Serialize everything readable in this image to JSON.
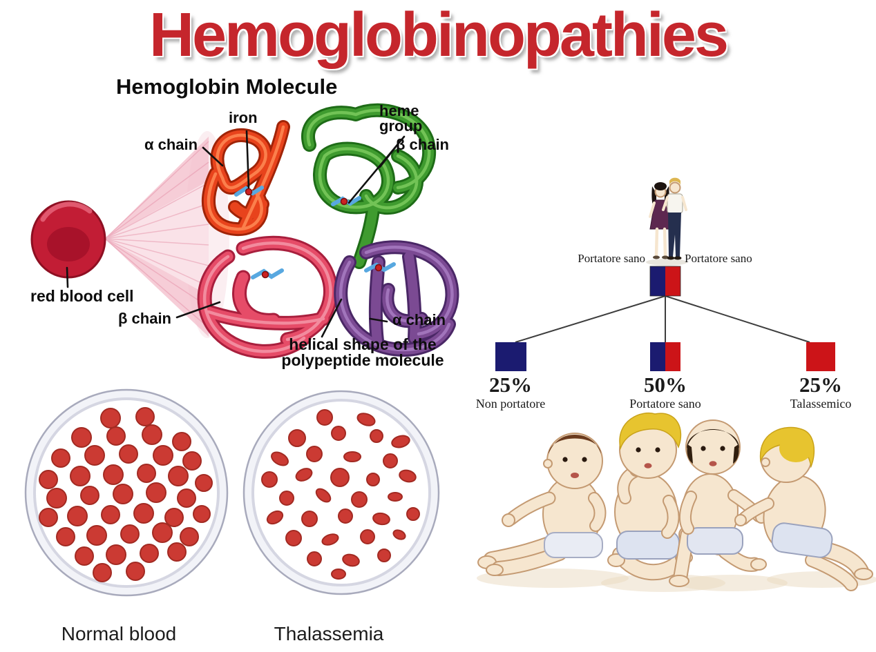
{
  "slide": {
    "title": "Hemoglobinopathies"
  },
  "colors": {
    "title_red": "#c5262c",
    "carrier_navy": "#1b1b70",
    "affected_red": "#cc1418",
    "cell_red": "#cb3a33",
    "cell_edge": "#a22a22"
  },
  "molecule": {
    "heading": "Hemoglobin Molecule",
    "labels": {
      "iron": "iron",
      "heme_line1": "heme",
      "heme_line2": "group",
      "alpha_top": "α chain",
      "beta_top": "β chain",
      "red_blood_cell": "red blood cell",
      "beta_bottom": "β chain",
      "alpha_bottom": "α chain",
      "helical_line1": "helical shape of the",
      "helical_line2": "polypeptide molecule"
    }
  },
  "blood": {
    "normal": {
      "label": "Normal blood",
      "cells": [
        [
          160,
          606,
          14
        ],
        [
          210,
          604,
          13
        ],
        [
          118,
          634,
          14
        ],
        [
          168,
          632,
          13
        ],
        [
          220,
          630,
          14
        ],
        [
          263,
          640,
          13
        ],
        [
          88,
          664,
          13
        ],
        [
          137,
          660,
          14
        ],
        [
          186,
          658,
          13
        ],
        [
          236,
          660,
          14
        ],
        [
          278,
          668,
          13
        ],
        [
          70,
          695,
          13
        ],
        [
          116,
          690,
          14
        ],
        [
          164,
          688,
          14
        ],
        [
          212,
          686,
          13
        ],
        [
          258,
          690,
          14
        ],
        [
          295,
          700,
          12
        ],
        [
          82,
          722,
          14
        ],
        [
          130,
          718,
          13
        ],
        [
          178,
          716,
          14
        ],
        [
          226,
          714,
          14
        ],
        [
          270,
          722,
          13
        ],
        [
          70,
          750,
          13
        ],
        [
          112,
          748,
          14
        ],
        [
          160,
          746,
          13
        ],
        [
          208,
          744,
          14
        ],
        [
          252,
          750,
          13
        ],
        [
          292,
          745,
          12
        ],
        [
          95,
          778,
          13
        ],
        [
          140,
          776,
          14
        ],
        [
          188,
          774,
          13
        ],
        [
          235,
          772,
          14
        ],
        [
          274,
          778,
          13
        ],
        [
          122,
          806,
          13
        ],
        [
          168,
          804,
          14
        ],
        [
          216,
          802,
          13
        ],
        [
          256,
          800,
          13
        ],
        [
          148,
          830,
          13
        ],
        [
          196,
          828,
          13
        ]
      ]
    },
    "thalassemia": {
      "label": "Thalassemia",
      "cells": [
        [
          470,
          605,
          11,
          11,
          0
        ],
        [
          530,
          608,
          13,
          8,
          20
        ],
        [
          430,
          635,
          12,
          12,
          0
        ],
        [
          490,
          628,
          10,
          10,
          0
        ],
        [
          545,
          632,
          9,
          9,
          0
        ],
        [
          580,
          640,
          13,
          8,
          -15
        ],
        [
          405,
          665,
          13,
          8,
          30
        ],
        [
          455,
          658,
          11,
          11,
          0
        ],
        [
          510,
          662,
          12,
          7,
          0
        ],
        [
          565,
          668,
          10,
          10,
          0
        ],
        [
          390,
          695,
          11,
          11,
          0
        ],
        [
          440,
          688,
          12,
          8,
          -25
        ],
        [
          492,
          692,
          13,
          13,
          0
        ],
        [
          540,
          695,
          9,
          9,
          0
        ],
        [
          590,
          690,
          12,
          8,
          15
        ],
        [
          415,
          722,
          10,
          10,
          0
        ],
        [
          468,
          718,
          12,
          7,
          40
        ],
        [
          520,
          724,
          11,
          11,
          0
        ],
        [
          572,
          720,
          10,
          6,
          0
        ],
        [
          398,
          750,
          12,
          8,
          -30
        ],
        [
          448,
          752,
          11,
          11,
          0
        ],
        [
          500,
          748,
          10,
          10,
          0
        ],
        [
          552,
          752,
          12,
          8,
          10
        ],
        [
          598,
          745,
          9,
          9,
          0
        ],
        [
          425,
          780,
          11,
          11,
          0
        ],
        [
          478,
          782,
          12,
          7,
          -20
        ],
        [
          532,
          778,
          10,
          10,
          0
        ],
        [
          578,
          775,
          9,
          6,
          25
        ],
        [
          455,
          810,
          10,
          10,
          0
        ],
        [
          508,
          812,
          12,
          8,
          15
        ],
        [
          556,
          805,
          9,
          9,
          0
        ],
        [
          490,
          832,
          10,
          7,
          0
        ]
      ]
    }
  },
  "pedigree": {
    "parent_left_label": "Portatore sano",
    "parent_right_label": "Portatore sano",
    "children": [
      {
        "percent": "25%",
        "label": "Non portatore",
        "type": "normal"
      },
      {
        "percent": "50%",
        "label": "Portatore sano",
        "type": "carrier"
      },
      {
        "percent": "25%",
        "label": "Talassemico",
        "type": "affected"
      }
    ]
  }
}
